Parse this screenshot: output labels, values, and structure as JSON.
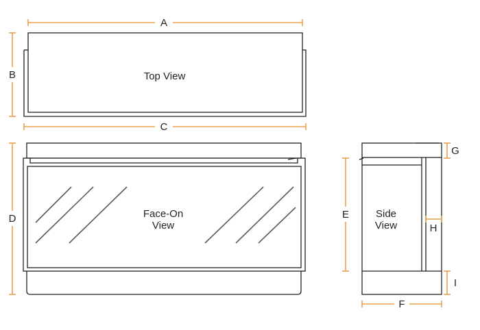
{
  "colors": {
    "dimension": "#e8a04e",
    "outline": "#231f20"
  },
  "views": {
    "top": "Top View",
    "face_line1": "Face-On",
    "face_line2": "View",
    "side_line1": "Side",
    "side_line2": "View"
  },
  "dimensions": {
    "a": "A",
    "b": "B",
    "c": "C",
    "d": "D",
    "e": "E",
    "f": "F",
    "g": "G",
    "h": "H",
    "i": "I"
  }
}
